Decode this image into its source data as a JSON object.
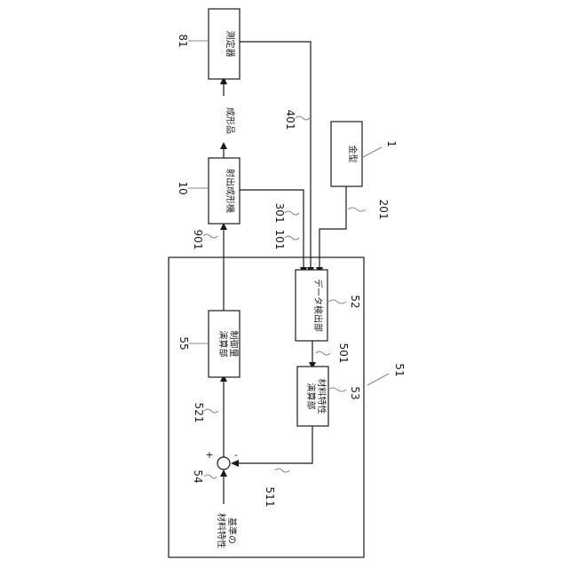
{
  "blocks": {
    "measuring_device": "測定器",
    "molded_product": "成形品",
    "mold": "金型",
    "injection_molding_machine": "射出成形機",
    "data_detection_line1": "データ検出部",
    "control_calc_line1": "制御量",
    "control_calc_line2": "演算部",
    "material_calc_line1": "材料特性",
    "material_calc_line2": "演算部",
    "reference_line1": "基準の",
    "reference_line2": "材料特性"
  },
  "refs": {
    "r81": "81",
    "r401": "401",
    "r1": "1",
    "r10": "10",
    "r301": "301",
    "r201": "201",
    "r901": "901",
    "r101": "101",
    "r52": "52",
    "r55": "55",
    "r501": "501",
    "r51": "51",
    "r53": "53",
    "r521": "521",
    "r54": "54",
    "r511": "511"
  },
  "signs": {
    "plus": "+",
    "minus": "-"
  }
}
